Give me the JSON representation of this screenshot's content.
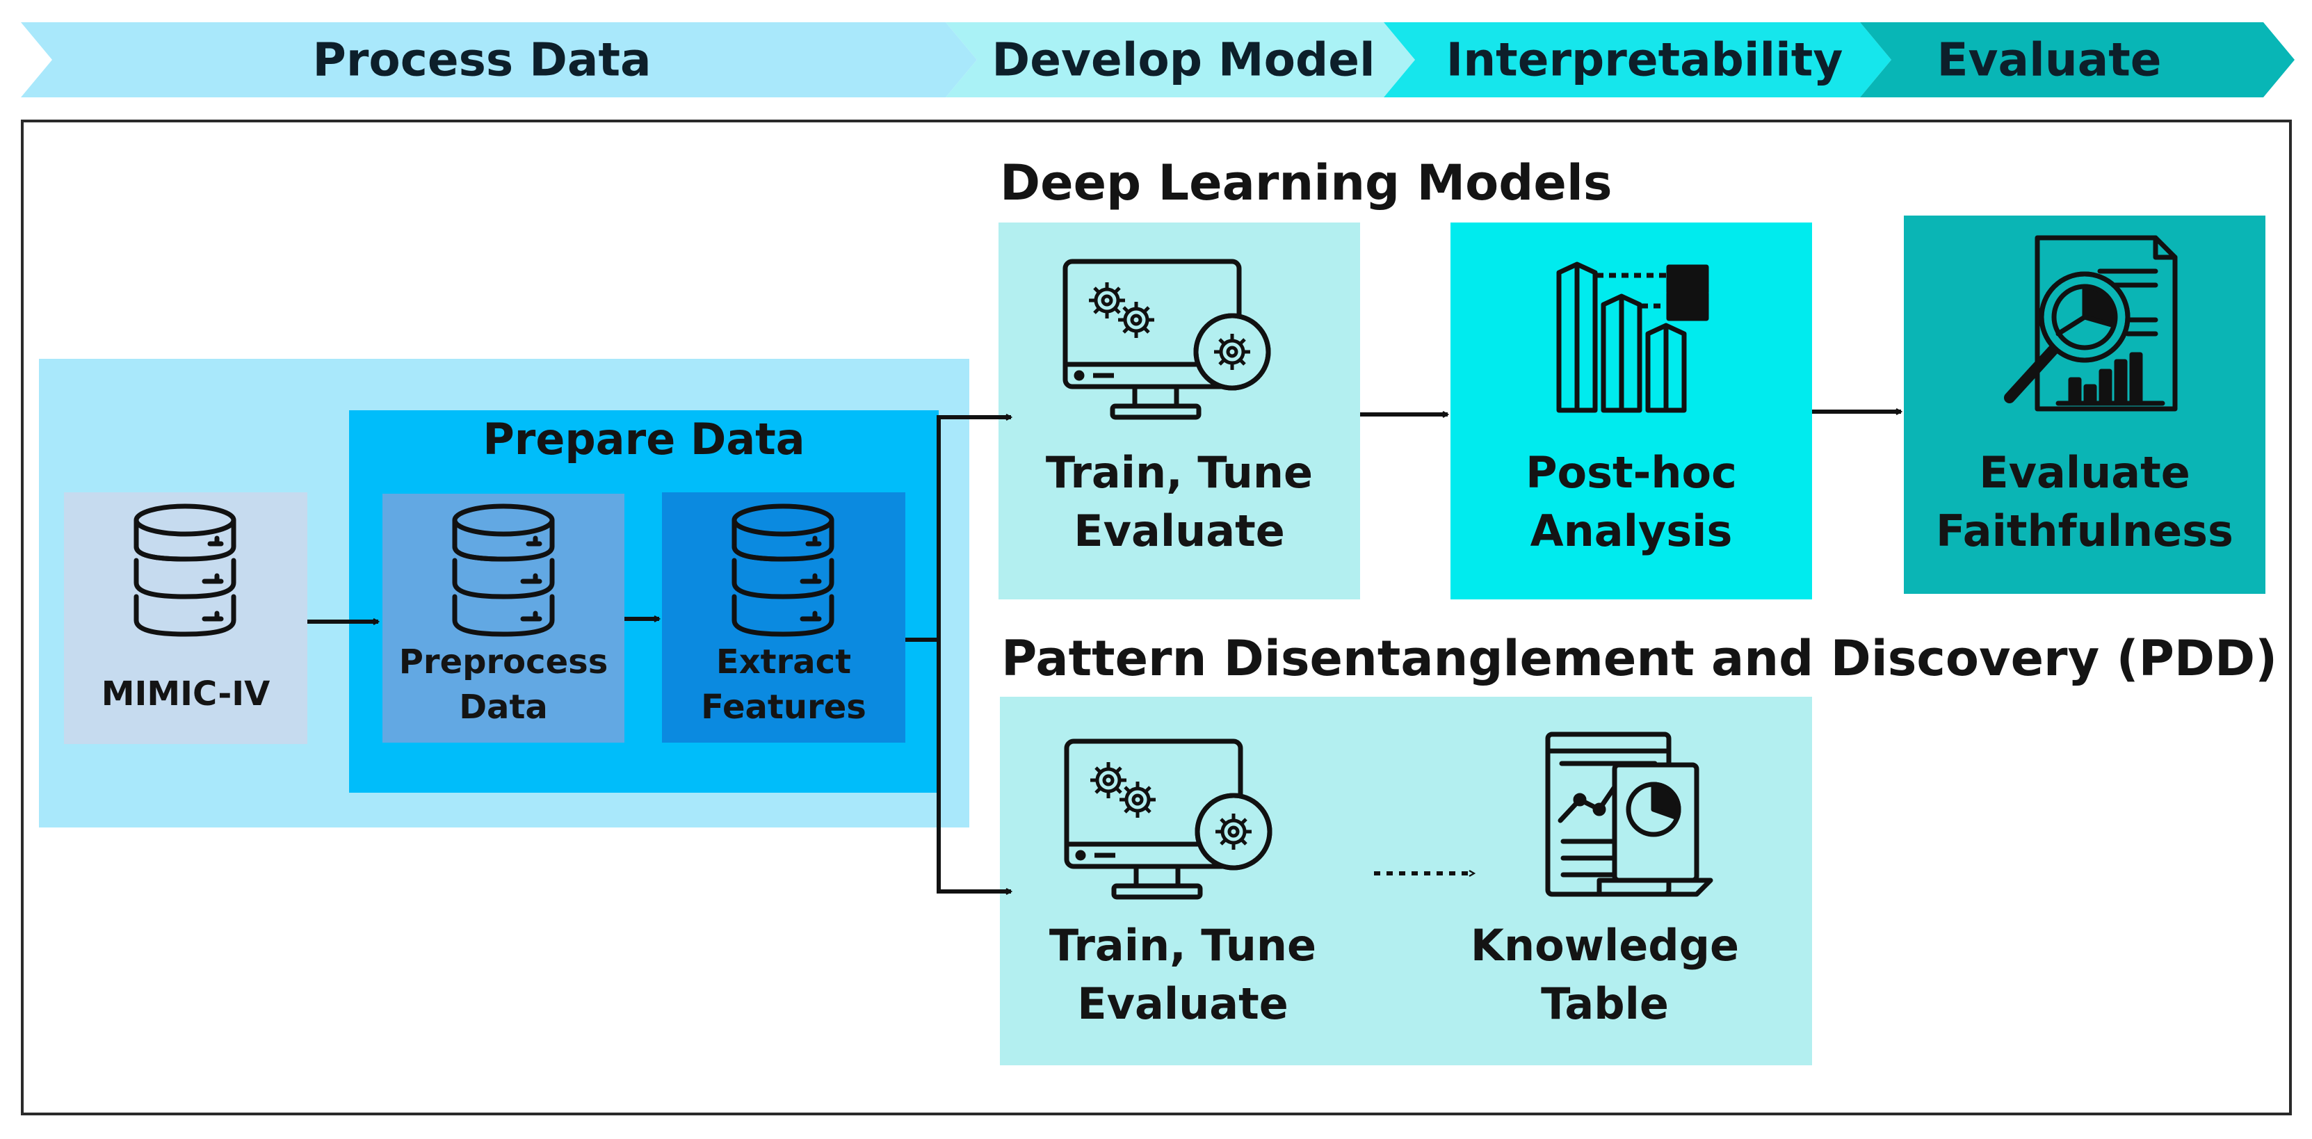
{
  "stages": [
    {
      "label": "Process Data",
      "color": "#a9e8fb"
    },
    {
      "label": "Develop Model",
      "color": "#aaf2f6"
    },
    {
      "label": "Interpretability",
      "color": "#16e6ec"
    },
    {
      "label": "Evaluate",
      "color": "#08b6b6"
    }
  ],
  "process_data": {
    "mimic_label": "MIMIC-IV",
    "prepare_title": "Prepare Data",
    "preprocess_label": "Preprocess\nData",
    "extract_label": "Extract\nFeatures"
  },
  "deep_learning": {
    "title": "Deep Learning Models",
    "train_label": "Train, Tune\nEvaluate",
    "posthoc_label": "Post-hoc\nAnalysis",
    "faithfulness_label": "Evaluate\nFaithfulness"
  },
  "pdd": {
    "title": "Pattern Disentanglement and Discovery (PDD)",
    "train_label": "Train, Tune\nEvaluate",
    "knowledge_label": "Knowledge\nTable"
  },
  "icons": [
    "database-icon",
    "monitor-gears-icon",
    "bar-chart-icon",
    "report-magnifier-icon",
    "dashboard-report-icon"
  ]
}
